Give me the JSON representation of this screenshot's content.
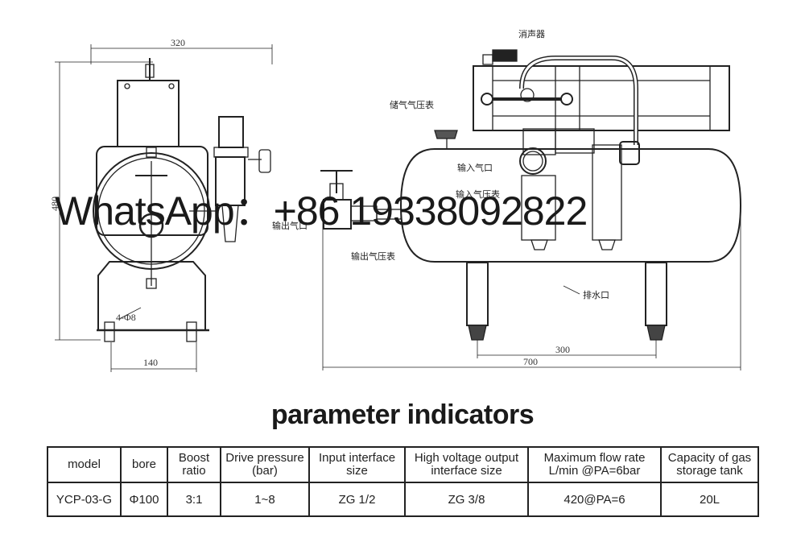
{
  "drawing": {
    "dimensions": {
      "overall_width": "320",
      "overall_height": "480",
      "base_width": "140",
      "mount_holes": "4-Φ8",
      "tank_length": "700",
      "leg_spacing": "300"
    },
    "callouts": {
      "muffler": "消声器",
      "storage_pressure_gauge": "储气气压表",
      "air_inlet": "输入气口",
      "input_pressure_gauge": "输入气压表",
      "air_outlet": "输出气口",
      "output_pressure_gauge": "输出气压表",
      "drain_port": "排水口"
    }
  },
  "watermark": "WhatsApp：+86 19338092822",
  "heading": "parameter indicators",
  "table": {
    "headers": [
      "model",
      "bore",
      "Boost ratio",
      "Drive pressure (bar)",
      "Input interface size",
      "High voltage output interface size",
      "Maximum flow rate L/min @PA=6bar",
      "Capacity of gas storage tank"
    ],
    "row": [
      "YCP-03-G",
      "Φ100",
      "3:1",
      "1~8",
      "ZG 1/2",
      "ZG 3/8",
      "420@PA=6",
      "20L"
    ]
  }
}
